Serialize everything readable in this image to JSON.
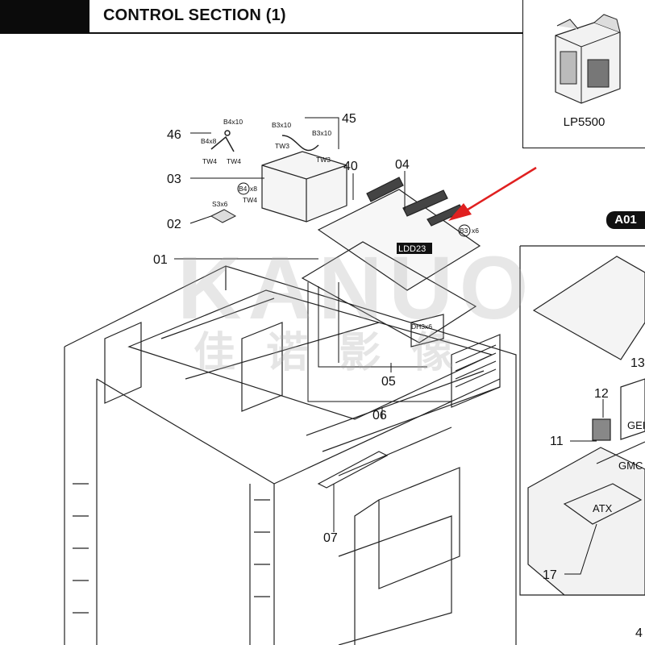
{
  "header": {
    "title": "CONTROL SECTION (1)"
  },
  "model": {
    "label": "LP5500"
  },
  "assembly_badge": "A01",
  "callouts": {
    "c46": "46",
    "c45": "45",
    "c03": "03",
    "c02": "02",
    "c01": "01",
    "c40": "40",
    "c04": "04",
    "c05": "05",
    "c06": "06",
    "c07": "07",
    "c12": "12",
    "c11": "11",
    "c13": "13",
    "c17": "17",
    "c4": "4"
  },
  "screw_labels": {
    "b4x10": "B4x10",
    "b4x8_top": "B4x8",
    "b3x10_a": "B3x10",
    "b3x10_b": "B3x10",
    "tw4_a": "TW4",
    "tw4_b": "TW4",
    "tw3_a": "TW3",
    "tw3_b": "TW3",
    "b4x8_circle": "B4",
    "x8": "x8",
    "tw4_c": "TW4",
    "s3x6": "S3x6",
    "b3x6_circle": "B3",
    "x6": "x6",
    "dh3x6": "DH3x6"
  },
  "board_labels": {
    "ldd": "LDD23",
    "atx": "ATX",
    "gem": "GEI",
    "gmc": "GMC"
  },
  "watermark": {
    "latin": "KANUO",
    "cjk": "佳 诺 影 像"
  },
  "colors": {
    "arrow": "#e02020",
    "line": "#111111"
  }
}
